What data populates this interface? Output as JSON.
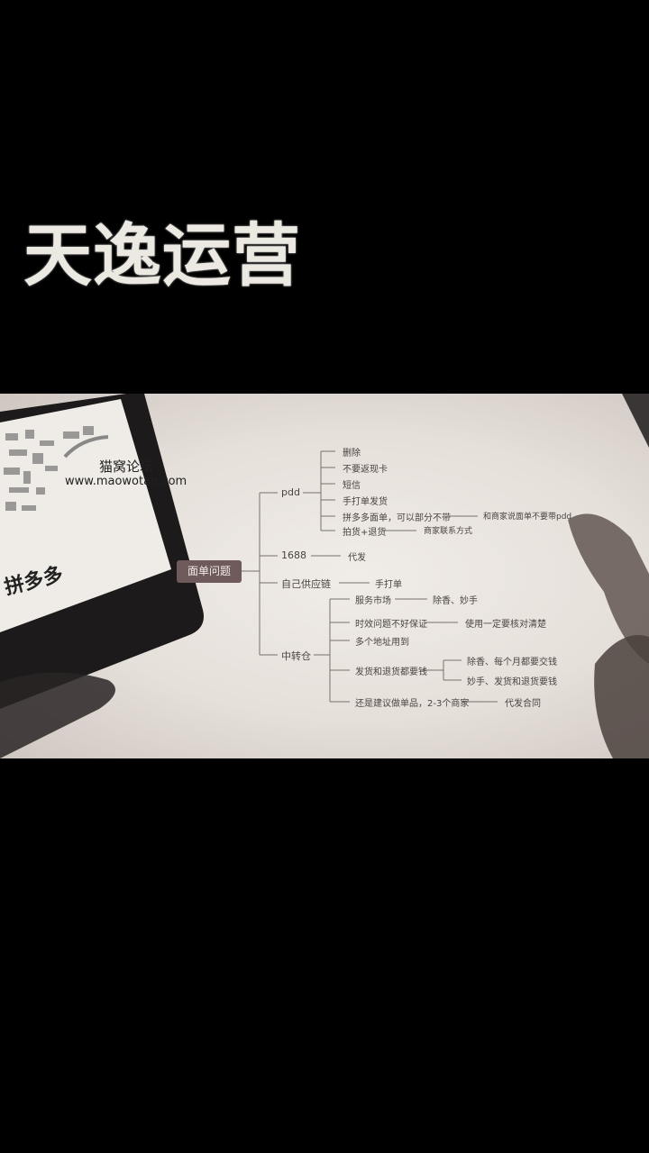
{
  "overlay_title": "天逸运营",
  "photo": {
    "phone": {
      "site_name": "猫窝论坛",
      "site_url": "www.maowotan.com",
      "app_text": "拼多多"
    },
    "mindmap": {
      "root": "面单问题",
      "branches": {
        "pdd": {
          "label": "pdd",
          "items": [
            "删除",
            "不要返现卡",
            "短信",
            "手打单发货",
            "拼多多面单，可以部分不带",
            "拍货+退货"
          ],
          "notes": [
            "和商家说面单不要带pdd",
            "商家联系方式"
          ]
        },
        "b1688": {
          "label": "1688",
          "note": "代发"
        },
        "self": {
          "label": "自己供应链",
          "note": "手打单"
        },
        "transit": {
          "label": "中转仓",
          "items": [
            "服务市场",
            "时效问题不好保证",
            "多个地址用到",
            "发货和退货都要钱",
            "还是建议做单品，2-3个商家"
          ],
          "notes": [
            "除香、妙手",
            "使用一定要核对清楚",
            "除香、每个月都要交钱",
            "妙手、发货和退货要钱",
            "代发合同"
          ]
        }
      }
    }
  }
}
